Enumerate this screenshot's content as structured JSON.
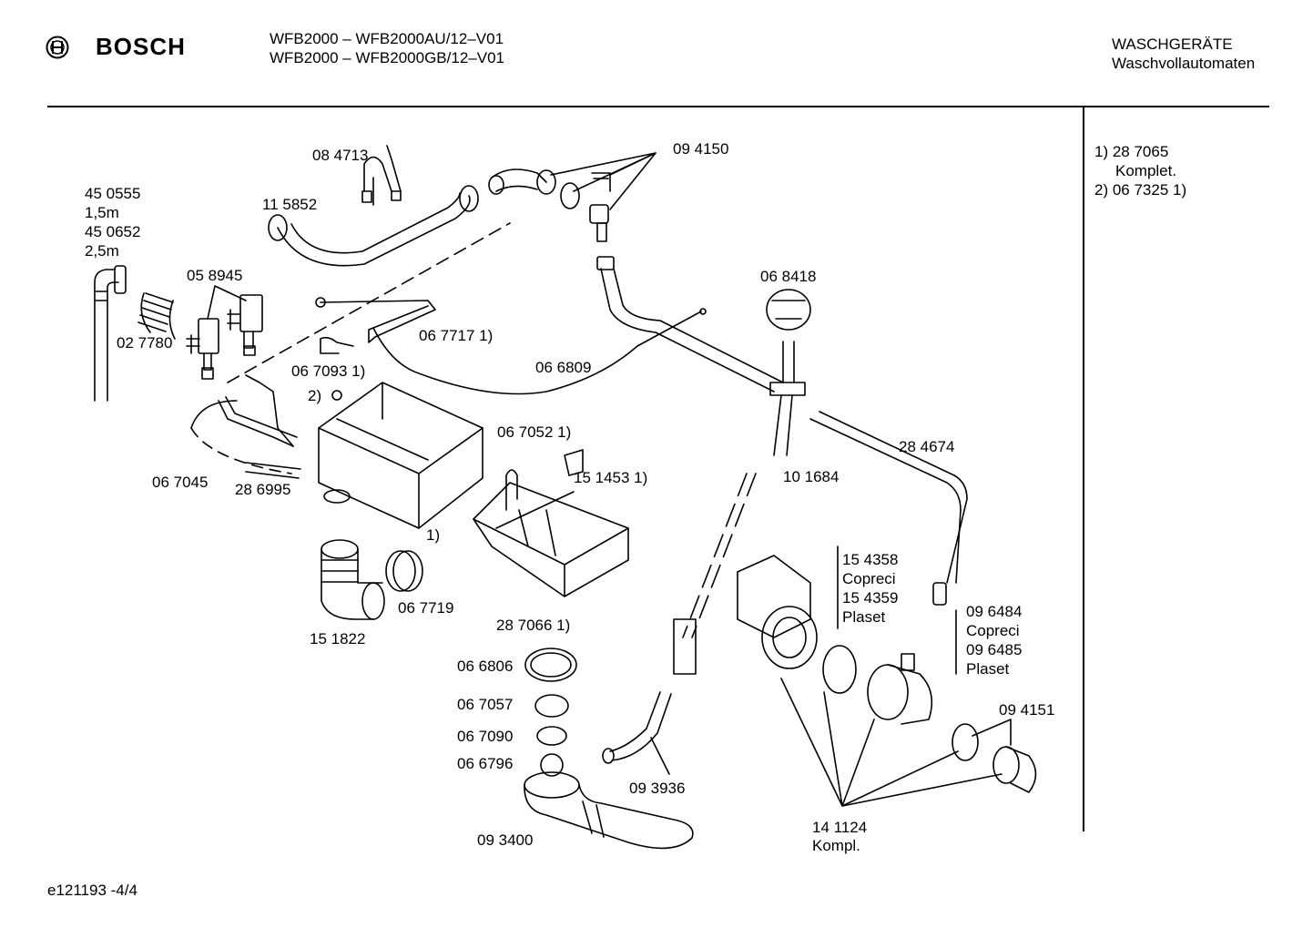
{
  "header": {
    "brand": "BOSCH",
    "model_lines": [
      "WFB2000 – WFB2000AU/12–V01",
      "WFB2000 – WFB2000GB/12–V01"
    ],
    "category_lines": [
      "WASCHGERÄTE",
      "Waschvollautomaten"
    ]
  },
  "notes": [
    "1)  28 7065",
    "Komplet.",
    "2)  06 7325 1)"
  ],
  "labels": {
    "l084713": "08 4713",
    "l094150": "09 4150",
    "l450555": "45 0555",
    "l15m": "1,5m",
    "l450652": "45 0652",
    "l25m": "2,5m",
    "l115852": "11 5852",
    "l058945": "05 8945",
    "l027780": "02 7780",
    "l068418": "06 8418",
    "l0677171": "06 7717 1)",
    "l0670931": "06 7093 1)",
    "l066809": "06 6809",
    "l2": "2)",
    "l0670521": "06 7052 1)",
    "l067045": "06 7045",
    "l286995": "28 6995",
    "l1514531": "15 1453 1)",
    "l101684": "10 1684",
    "l284674": "28 4674",
    "l1": "1)",
    "l154358": "15 4358",
    "lcopreci1": "Copreci",
    "l154359": "15 4359",
    "lplaset1": "Plaset",
    "l067719": "06 7719",
    "l2870661": "28 7066 1)",
    "l151822": "15 1822",
    "l096484": "09 6484",
    "lcopreci2": "Copreci",
    "l096485": "09 6485",
    "lplaset2": "Plaset",
    "l066806": "06 6806",
    "l067057": "06 7057",
    "l067090": "06 7090",
    "l066796": "06 6796",
    "l094151": "09 4151",
    "l093936": "09 3936",
    "l093400": "09 3400",
    "l141124": "14 1124",
    "lkompl": "Kompl."
  },
  "footer": {
    "code": "e121193 -4/4"
  }
}
